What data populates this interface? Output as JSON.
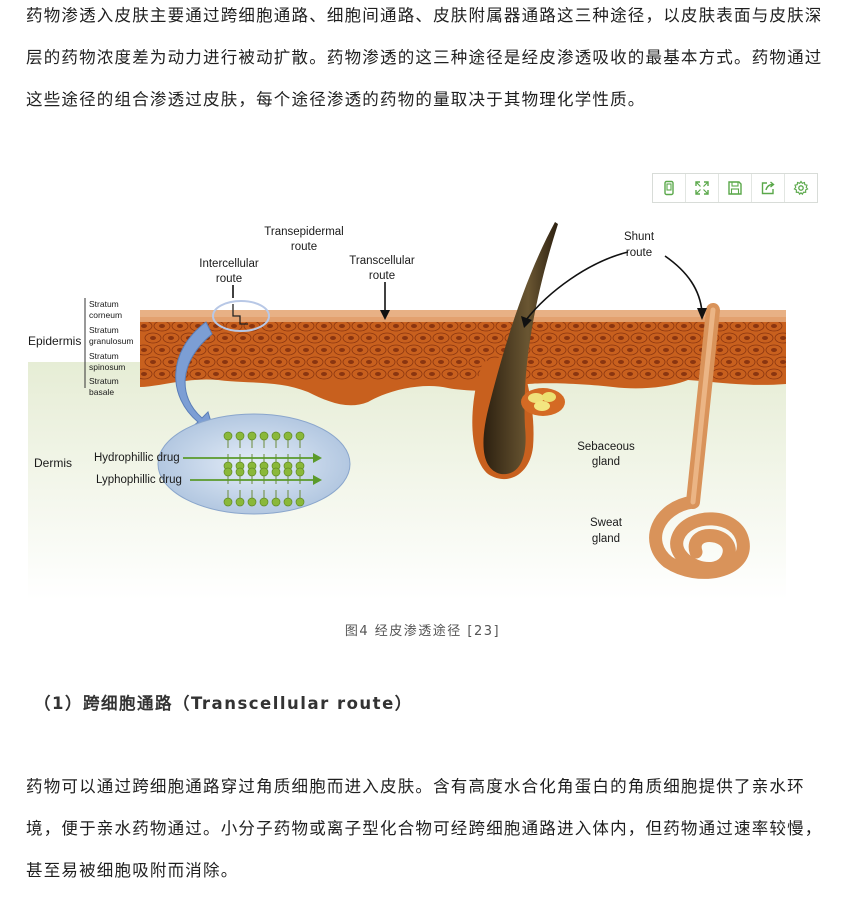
{
  "article": {
    "paragraph_1": "药物渗透入皮肤主要通过跨细胞通路、细胞间通路、皮肤附属器通路这三种途径，以皮肤表面与皮肤深层的药物浓度差为动力进行被动扩散。药物渗透的这三种途径是经皮渗透吸收的最基本方式。药物通过这些途径的组合渗透过皮肤，每个途径渗透的药物的量取决于其物理化学性质。",
    "figure_caption": "图4 经皮渗透途径 [23]",
    "section_heading": "（1）跨细胞通路（Transcellular route）",
    "paragraph_2": "药物可以通过跨细胞通路穿过角质细胞而进入皮肤。含有高度水合化角蛋白的角质细胞提供了亲水环境，便于亲水药物通过。小分子药物或离子型化合物可经跨细胞通路进入体内，但药物通过速率较慢，甚至易被细胞吸附而消除。"
  },
  "toolbar": {
    "accent_color": "#5aa84a",
    "icons": [
      "phone-icon",
      "expand-icon",
      "save-icon",
      "share-icon",
      "gear-icon"
    ]
  },
  "figure": {
    "labels": {
      "transepidermal_1": "Transepidermal",
      "transepidermal_2": "route",
      "intercellular_1": "Intercellular",
      "intercellular_2": "route",
      "transcellular_1": "Transcellular",
      "transcellular_2": "route",
      "shunt_1": "Shunt",
      "shunt_2": "route",
      "epidermis": "Epidermis",
      "dermis": "Dermis",
      "stratum_corneum_1": "Stratum",
      "stratum_corneum_2": "corneum",
      "stratum_granulosum_1": "Stratum",
      "stratum_granulosum_2": "granulosum",
      "stratum_spinosum_1": "Stratum",
      "stratum_spinosum_2": "spinosum",
      "stratum_basale_1": "Stratum",
      "stratum_basale_2": "basale",
      "hydrophilic": "Hydrophillic drug",
      "lipophilic": "Lyphophillic drug",
      "sebaceous_1": "Sebaceous",
      "sebaceous_2": "gland",
      "sweat_1": "Sweat",
      "sweat_2": "gland"
    },
    "colors": {
      "cell": "#c8601e",
      "cell_dark": "#8a3510",
      "corneum": "#e6a878",
      "dermis": "#eef2e2",
      "hair": "#4a3a22",
      "sweat_duct": "#d9935a",
      "lipid_zoom": "#c8d8ee",
      "molecule": "#8ab83a",
      "arrow_green": "#5a9a2a",
      "sebaceous": "#f0e07a"
    }
  }
}
